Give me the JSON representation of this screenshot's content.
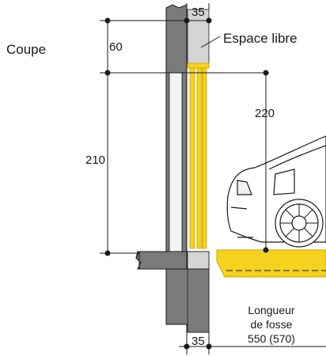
{
  "title": "Coupe",
  "labels": {
    "dim_top_width": "35",
    "free_space": "Espace libre",
    "dim_top_height": "60",
    "dim_clear_height": "220",
    "dim_wall_height": "210",
    "dim_bottom_width": "35",
    "pit_length_line1": "Longueur",
    "pit_length_line2": "de fosse",
    "pit_length_line3": "550 (570)"
  },
  "colors": {
    "concrete": "#7a7a7a",
    "concrete_light": "#d4d4d4",
    "platform_yellow": "#f5d21e",
    "platform_edge": "#c9a400",
    "line": "#1a1a1a"
  }
}
